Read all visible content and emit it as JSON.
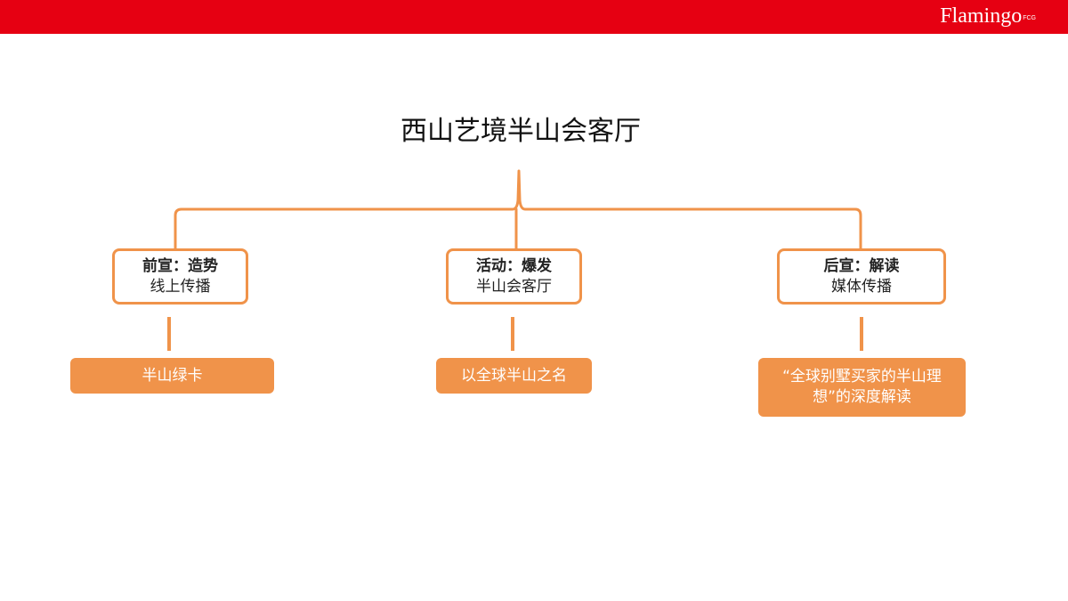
{
  "header": {
    "brand": "Flamingo",
    "brand_sup": "FCG"
  },
  "diagram": {
    "title": "西山艺境半山会客厅",
    "stages": [
      {
        "phase": "前宣：造势",
        "desc": "线上传播",
        "result": "半山绿卡"
      },
      {
        "phase": "活动：爆发",
        "desc": "半山会客厅",
        "result": "以全球半山之名"
      },
      {
        "phase": "后宣：解读",
        "desc": "媒体传播",
        "result": "“全球别墅买家的半山理想”的深度解读"
      }
    ]
  },
  "colors": {
    "header_bar": "#e60012",
    "accent": "#f0934a",
    "background": "#ffffff",
    "title_text": "#111111"
  }
}
